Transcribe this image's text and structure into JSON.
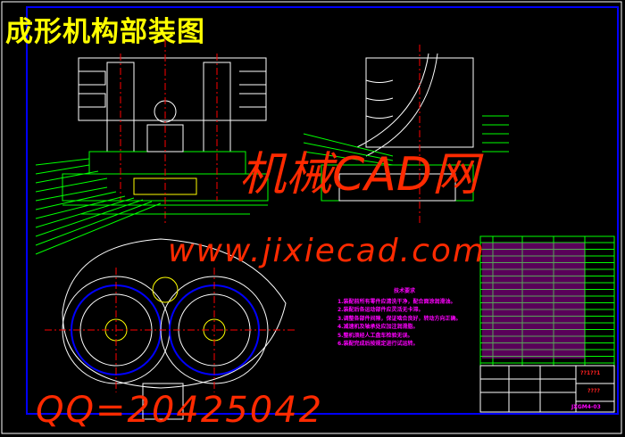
{
  "title": "成形机构部装图",
  "watermark": {
    "line1": "机械CAD网",
    "line2": "www.jixiecad.com",
    "line3": "QQ=20425042"
  },
  "notes": {
    "heading": "技术要求",
    "items": [
      "1.装配前所有零件应清洗干净，配合面涂润滑油。",
      "2.装配后各运动部件应灵活无卡滞。",
      "3.调整各部件间隙，保证啮合良好，转动方向正确。",
      "4.减速机及轴承处应加注润滑脂。",
      "5.整机须经人工盘车检验无误。",
      "6.装配完成后按规定进行试运转。"
    ]
  },
  "title_block": {
    "code1": "??1??1",
    "code2": "????",
    "drawing_no": "JXGM4-03"
  },
  "colors": {
    "bg": "#000000",
    "frame": "#ffffff",
    "part": "#ffffff",
    "green": "#00ff00",
    "magenta": "#ff00ff",
    "blue": "#0000ff",
    "red": "#ff0000",
    "yellow": "#ffff00"
  }
}
